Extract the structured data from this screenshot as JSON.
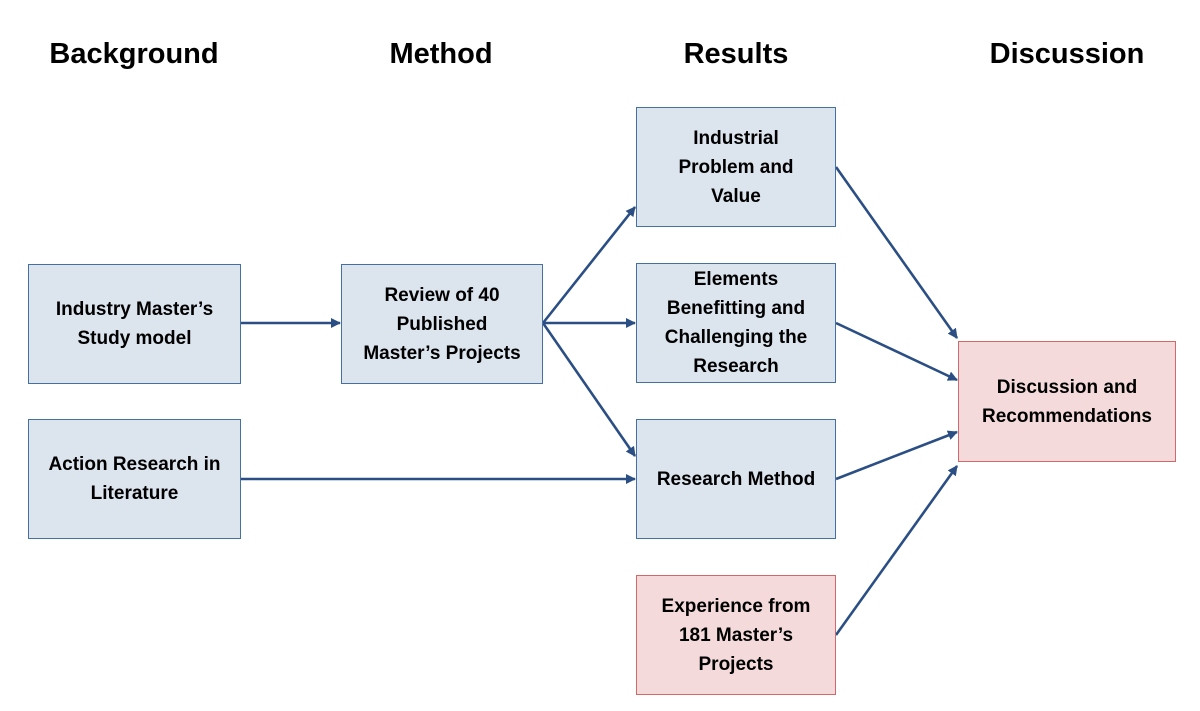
{
  "columns": {
    "background": "Background",
    "method": "Method",
    "results": "Results",
    "discussion": "Discussion"
  },
  "nodes": {
    "industry_study_model": {
      "lines": [
        "Industry Master’s",
        "Study model"
      ]
    },
    "action_research": {
      "lines": [
        "Action Research in",
        "Literature"
      ]
    },
    "review": {
      "lines": [
        "Review of 40",
        "Published",
        "Master’s Projects"
      ]
    },
    "industrial_problem": {
      "lines": [
        "Industrial",
        "Problem and",
        "Value"
      ]
    },
    "elements": {
      "lines": [
        "Elements",
        "Benefitting and",
        "Challenging the",
        "Research"
      ]
    },
    "research_method": {
      "lines": [
        "Research Method"
      ]
    },
    "experience": {
      "lines": [
        "Experience from",
        "181 Master’s",
        "Projects"
      ]
    },
    "discussion_recommendations": {
      "lines": [
        "Discussion and",
        "Recommendations"
      ]
    }
  },
  "colors": {
    "node_fill": "#dce4ee",
    "node_border": "#46719f",
    "highlight_fill": "#f4dada",
    "highlight_border": "#d06a6a",
    "arrow": "#2b4f84"
  }
}
